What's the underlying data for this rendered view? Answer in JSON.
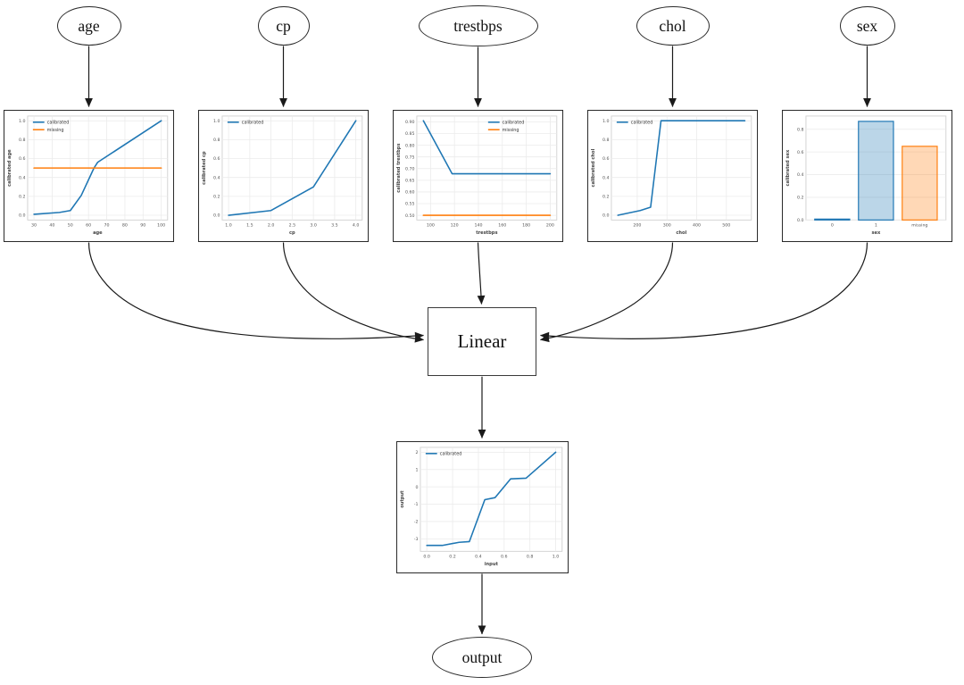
{
  "diagram": {
    "nodes": {
      "age": {
        "label": "age"
      },
      "cp": {
        "label": "cp"
      },
      "trestbps": {
        "label": "trestbps"
      },
      "chol": {
        "label": "chol"
      },
      "sex": {
        "label": "sex"
      },
      "linear": {
        "label": "Linear"
      },
      "output": {
        "label": "output"
      }
    },
    "edges": [
      {
        "from": "age",
        "to": "age-calibrator"
      },
      {
        "from": "cp",
        "to": "cp-calibrator"
      },
      {
        "from": "trestbps",
        "to": "trestbps-calibrator"
      },
      {
        "from": "chol",
        "to": "chol-calibrator"
      },
      {
        "from": "sex",
        "to": "sex-calibrator"
      },
      {
        "from": "age-calibrator",
        "to": "linear"
      },
      {
        "from": "cp-calibrator",
        "to": "linear"
      },
      {
        "from": "trestbps-calibrator",
        "to": "linear"
      },
      {
        "from": "chol-calibrator",
        "to": "linear"
      },
      {
        "from": "sex-calibrator",
        "to": "linear"
      },
      {
        "from": "linear",
        "to": "output-calibrator"
      },
      {
        "from": "output-calibrator",
        "to": "output"
      }
    ]
  },
  "colors": {
    "calibrated": "#1f77b4",
    "missing": "#ff7f0e",
    "calibrated_fill": "rgba(31,119,180,0.30)",
    "missing_fill": "rgba(255,127,14,0.30)",
    "edge_stroke": "#1a1a1a",
    "grid": "#ebebeb",
    "frame": "#cfcfcf",
    "tick_text": "#555555",
    "label_text": "#444444"
  },
  "chart_data": [
    {
      "id": "age",
      "type": "line",
      "xlabel": "age",
      "ylabel": "calibrated age",
      "xlim": [
        26.5,
        103.5
      ],
      "ylim": [
        -0.05,
        1.05
      ],
      "xticks": [
        30,
        40,
        50,
        60,
        70,
        80,
        90,
        100
      ],
      "xtick_labels": [
        "30",
        "40",
        "50",
        "60",
        "70",
        "80",
        "90",
        "100"
      ],
      "yticks": [
        0.0,
        0.2,
        0.4,
        0.6,
        0.8,
        1.0
      ],
      "ytick_labels": [
        "0.0",
        "0.2",
        "0.4",
        "0.6",
        "0.8",
        "1.0"
      ],
      "legend": {
        "pos": "tl",
        "entries": [
          {
            "label": "calibrated",
            "color": "#1f77b4"
          },
          {
            "label": "missing",
            "color": "#ff7f0e"
          }
        ]
      },
      "series": [
        {
          "name": "calibrated",
          "color": "#1f77b4",
          "points": [
            [
              30,
              0.01
            ],
            [
              44,
              0.03
            ],
            [
              50,
              0.05
            ],
            [
              56,
              0.21
            ],
            [
              63,
              0.5
            ],
            [
              65,
              0.56
            ],
            [
              100,
              1.0
            ]
          ]
        },
        {
          "name": "missing",
          "color": "#ff7f0e",
          "points": [
            [
              30,
              0.5
            ],
            [
              100,
              0.5
            ]
          ]
        }
      ]
    },
    {
      "id": "cp",
      "type": "line",
      "xlabel": "cp",
      "ylabel": "calibrated cp",
      "xlim": [
        0.85,
        4.15
      ],
      "ylim": [
        -0.05,
        1.05
      ],
      "xticks": [
        1.0,
        1.5,
        2.0,
        2.5,
        3.0,
        3.5,
        4.0
      ],
      "xtick_labels": [
        "1.0",
        "1.5",
        "2.0",
        "2.5",
        "3.0",
        "3.5",
        "4.0"
      ],
      "yticks": [
        0.0,
        0.2,
        0.4,
        0.6,
        0.8,
        1.0
      ],
      "ytick_labels": [
        "0.0",
        "0.2",
        "0.4",
        "0.6",
        "0.8",
        "1.0"
      ],
      "legend": {
        "pos": "tl",
        "entries": [
          {
            "label": "calibrated",
            "color": "#1f77b4"
          }
        ]
      },
      "series": [
        {
          "name": "calibrated",
          "color": "#1f77b4",
          "points": [
            [
              1.0,
              0.0
            ],
            [
              2.0,
              0.05
            ],
            [
              3.0,
              0.3
            ],
            [
              4.0,
              1.0
            ]
          ]
        }
      ]
    },
    {
      "id": "trestbps",
      "type": "line",
      "xlabel": "trestbps",
      "ylabel": "calibrated trestbps",
      "xlim": [
        88.5,
        205.5
      ],
      "ylim": [
        0.48,
        0.925
      ],
      "xticks": [
        100,
        120,
        140,
        160,
        180,
        200
      ],
      "xtick_labels": [
        "100",
        "120",
        "140",
        "160",
        "180",
        "200"
      ],
      "yticks": [
        0.5,
        0.55,
        0.6,
        0.65,
        0.7,
        0.75,
        0.8,
        0.85,
        0.9
      ],
      "ytick_labels": [
        "0.50",
        "0.55",
        "0.60",
        "0.65",
        "0.70",
        "0.75",
        "0.80",
        "0.85",
        "0.90"
      ],
      "legend": {
        "pos": "tr",
        "entries": [
          {
            "label": "calibrated",
            "color": "#1f77b4"
          },
          {
            "label": "missing",
            "color": "#ff7f0e"
          }
        ]
      },
      "series": [
        {
          "name": "calibrated",
          "color": "#1f77b4",
          "points": [
            [
              94,
              0.905
            ],
            [
              118,
              0.678
            ],
            [
              200,
              0.678
            ]
          ]
        },
        {
          "name": "missing",
          "color": "#ff7f0e",
          "points": [
            [
              94,
              0.5
            ],
            [
              200,
              0.5
            ]
          ]
        }
      ]
    },
    {
      "id": "chol",
      "type": "line",
      "xlabel": "chol",
      "ylabel": "calibrated chol",
      "xlim": [
        113,
        584
      ],
      "ylim": [
        -0.05,
        1.05
      ],
      "xticks": [
        200,
        300,
        400,
        500
      ],
      "xtick_labels": [
        "200",
        "300",
        "400",
        "500"
      ],
      "yticks": [
        0.0,
        0.2,
        0.4,
        0.6,
        0.8,
        1.0
      ],
      "ytick_labels": [
        "0.0",
        "0.2",
        "0.4",
        "0.6",
        "0.8",
        "1.0"
      ],
      "legend": {
        "pos": "tl",
        "entries": [
          {
            "label": "calibrated",
            "color": "#1f77b4"
          }
        ]
      },
      "series": [
        {
          "name": "calibrated",
          "color": "#1f77b4",
          "points": [
            [
              135,
              0.0
            ],
            [
              210,
              0.05
            ],
            [
              245,
              0.085
            ],
            [
              280,
              1.0
            ],
            [
              562,
              1.0
            ]
          ]
        }
      ]
    },
    {
      "id": "sex",
      "type": "bar",
      "xlabel": "sex",
      "ylabel": "calibrated sex",
      "xlim": [
        -0.6,
        2.6
      ],
      "ylim": [
        0,
        0.917
      ],
      "categories": [
        "0",
        "1",
        "missing"
      ],
      "values": [
        0.008,
        0.87,
        0.65
      ],
      "bar_width": 0.8,
      "yticks": [
        0.0,
        0.2,
        0.4,
        0.6,
        0.8
      ],
      "ytick_labels": [
        "0.0",
        "0.2",
        "0.4",
        "0.6",
        "0.8"
      ],
      "bar_styles": [
        {
          "edge": "#1f77b4",
          "fill": "rgba(31,119,180,0.30)"
        },
        {
          "edge": "#1f77b4",
          "fill": "rgba(31,119,180,0.30)"
        },
        {
          "edge": "#ff7f0e",
          "fill": "rgba(255,127,14,0.30)"
        }
      ]
    },
    {
      "id": "output",
      "type": "line",
      "xlabel": "input",
      "ylabel": "output",
      "xlim": [
        -0.05,
        1.05
      ],
      "ylim": [
        -3.72,
        2.28
      ],
      "xticks": [
        0.0,
        0.2,
        0.4,
        0.6,
        0.8,
        1.0
      ],
      "xtick_labels": [
        "0.0",
        "0.2",
        "0.4",
        "0.6",
        "0.8",
        "1.0"
      ],
      "yticks": [
        -3,
        -2,
        -1,
        0,
        1,
        2
      ],
      "ytick_labels": [
        "-3",
        "-2",
        "-1",
        "0",
        "1",
        "2"
      ],
      "legend": {
        "pos": "tl",
        "entries": [
          {
            "label": "calibrated",
            "color": "#1f77b4"
          }
        ]
      },
      "series": [
        {
          "name": "calibrated",
          "color": "#1f77b4",
          "points": [
            [
              0.0,
              -3.38
            ],
            [
              0.12,
              -3.38
            ],
            [
              0.25,
              -3.2
            ],
            [
              0.33,
              -3.16
            ],
            [
              0.45,
              -0.74
            ],
            [
              0.53,
              -0.62
            ],
            [
              0.65,
              0.46
            ],
            [
              0.77,
              0.5
            ],
            [
              1.0,
              2.0
            ]
          ]
        }
      ]
    }
  ]
}
